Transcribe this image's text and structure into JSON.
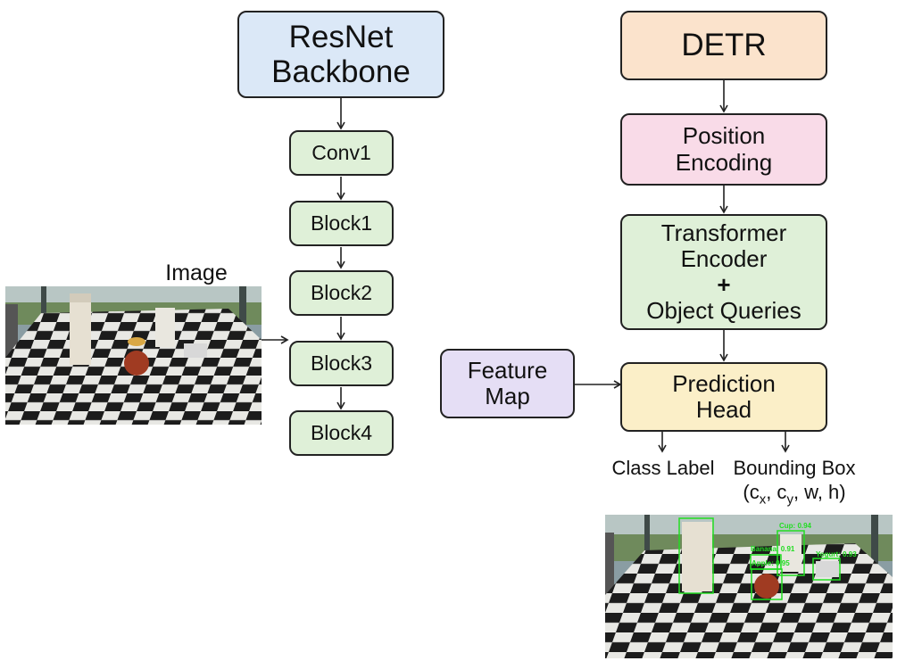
{
  "resnet": {
    "title_lines": [
      "ResNet",
      "Backbone"
    ],
    "blocks": [
      "Conv1",
      "Block1",
      "Block2",
      "Block3",
      "Block4"
    ]
  },
  "input_image": {
    "label": "Image"
  },
  "detr": {
    "title": "DETR",
    "position_encoding": [
      "Position",
      "Encoding"
    ],
    "transformer": [
      "Transformer",
      "Encoder",
      "+",
      "Object Queries"
    ],
    "prediction_head": [
      "Prediction",
      "Head"
    ],
    "feature_map": [
      "Feature",
      "Map"
    ],
    "outputs": {
      "class_label": "Class Label",
      "bounding_box": "Bounding Box",
      "box_params": {
        "open": "(c",
        "x": "x",
        "sep1": ", c",
        "y": "y",
        "rest": ", w, h)"
      }
    }
  },
  "detections": [
    {
      "label": "Cup: 0.94"
    },
    {
      "label": "Banana: 0.91"
    },
    {
      "label": "Apple: 0.95"
    },
    {
      "label": "Yogurt: 0.93"
    }
  ],
  "colors": {
    "resnet_fill": "#dbe8f7",
    "block_fill": "#dff0d8",
    "detr_fill": "#fbe3cc",
    "position_fill": "#f9dbe8",
    "transformer_fill": "#dff0d8",
    "prediction_fill": "#fbefc8",
    "feature_fill": "#e5def5",
    "detection_box": "#22dd22"
  }
}
